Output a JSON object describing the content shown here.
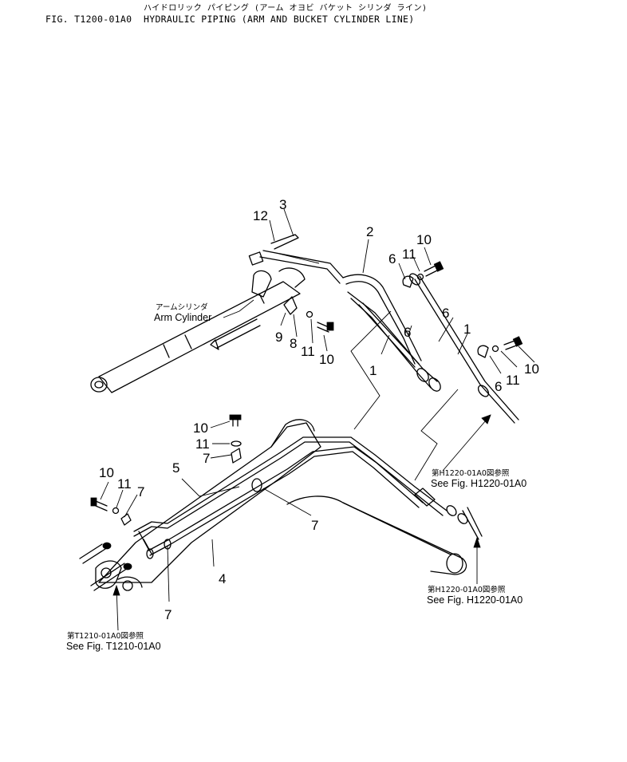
{
  "header": {
    "ja_title": "ハイドロリック パイピング (アーム オヨビ バケット シリンダ ライン)",
    "fig_id": "FIG. T1200-01A0",
    "en_title": "HYDRAULIC PIPING (ARM AND BUCKET CYLINDER LINE)"
  },
  "labels": {
    "arm_cylinder_ja": "アームシリンダ",
    "arm_cylinder_en": "Arm Cylinder"
  },
  "refs": [
    {
      "ja": "第H1220-01A0図参照",
      "en": "See Fig. H1220-01A0"
    },
    {
      "ja": "第H1220-01A0図参照",
      "en": "See Fig. H1220-01A0"
    },
    {
      "ja": "第T1210-01A0図参照",
      "en": "See Fig. T1210-01A0"
    }
  ],
  "callouts": [
    "1",
    "1",
    "2",
    "3",
    "4",
    "5",
    "6",
    "6",
    "6",
    "6",
    "7",
    "7",
    "7",
    "7",
    "8",
    "9",
    "10",
    "10",
    "10",
    "10",
    "10",
    "11",
    "11",
    "11",
    "11",
    "11",
    "12"
  ]
}
